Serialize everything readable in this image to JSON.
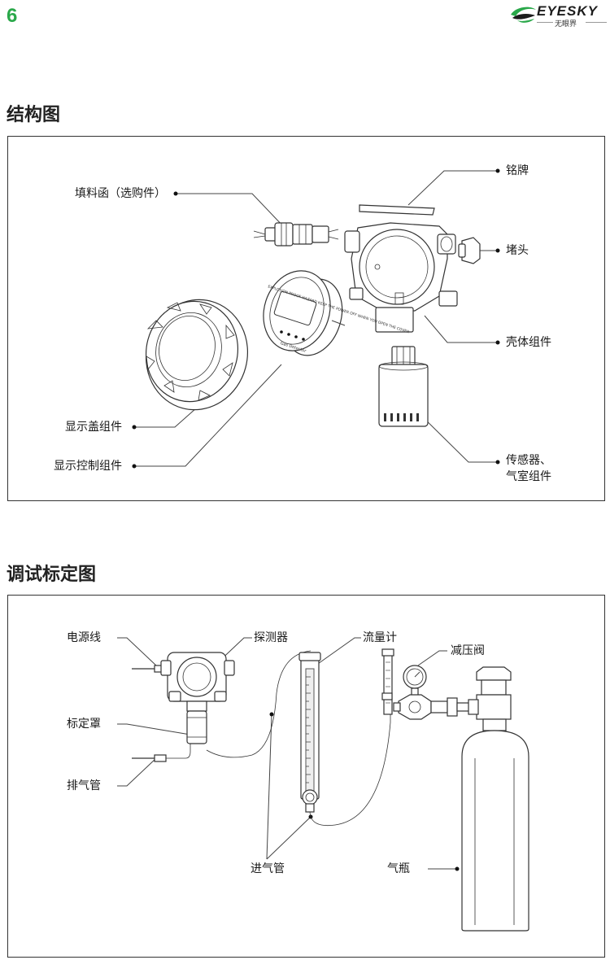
{
  "header": {
    "page_number": "6",
    "logo": {
      "brand": "EYESKY",
      "subtitle": "无眼界",
      "colors": [
        "#2aa84a",
        "#1c1c1c"
      ]
    }
  },
  "structure": {
    "title": "结构图",
    "labels": {
      "nameplate": "铭牌",
      "packing": "填料函（选购件）",
      "plug": "堵头",
      "housing": "壳体组件",
      "display_cover": "显示盖组件",
      "display_control": "显示控制组件",
      "sensor_line1": "传感器、",
      "sensor_line2": "气室组件"
    },
    "parts_text": {
      "display_ring": "EXPLOSION PROOF HAZARD KEEP THE POWER OFF WHEN YOU OPEN THE COVER",
      "display_brand": "Gas Detector"
    }
  },
  "calibration": {
    "title": "调试标定图",
    "labels": {
      "power_line": "电源线",
      "detector": "探测器",
      "flowmeter": "流量计",
      "reducer": "减压阀",
      "cal_cover": "标定罩",
      "exhaust": "排气管",
      "inlet": "进气管",
      "cylinder": "气瓶"
    }
  }
}
